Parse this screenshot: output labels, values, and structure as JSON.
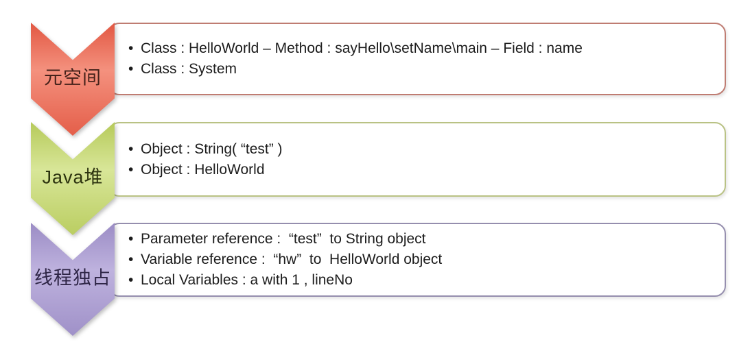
{
  "diagram": {
    "sections": [
      {
        "id": "metaspace",
        "label": "元空间",
        "items": [
          "Class : HelloWorld – Method : sayHello\\setName\\main – Field : name",
          "Class : System"
        ],
        "colors": {
          "arrow_light": "#f4917e",
          "arrow_dark": "#e25742",
          "box_border": "#bf7c72",
          "label_text": "#45211a"
        }
      },
      {
        "id": "java-heap",
        "label": "Java堆",
        "items": [
          "Object : String( “test” )",
          "Object : HelloWorld"
        ],
        "colors": {
          "arrow_light": "#d8e698",
          "arrow_dark": "#b6ca5a",
          "box_border": "#b9c284",
          "label_text": "#2d330f"
        }
      },
      {
        "id": "thread-private",
        "label": "线程独占",
        "items": [
          "Parameter reference :  “test”  to String object",
          "Variable reference :  “hw”  to  HelloWorld object",
          "Local Variables : a with 1 , lineNo"
        ],
        "colors": {
          "arrow_light": "#beb2de",
          "arrow_dark": "#9b8cc5",
          "box_border": "#958eae",
          "label_text": "#2e2546"
        }
      }
    ]
  }
}
